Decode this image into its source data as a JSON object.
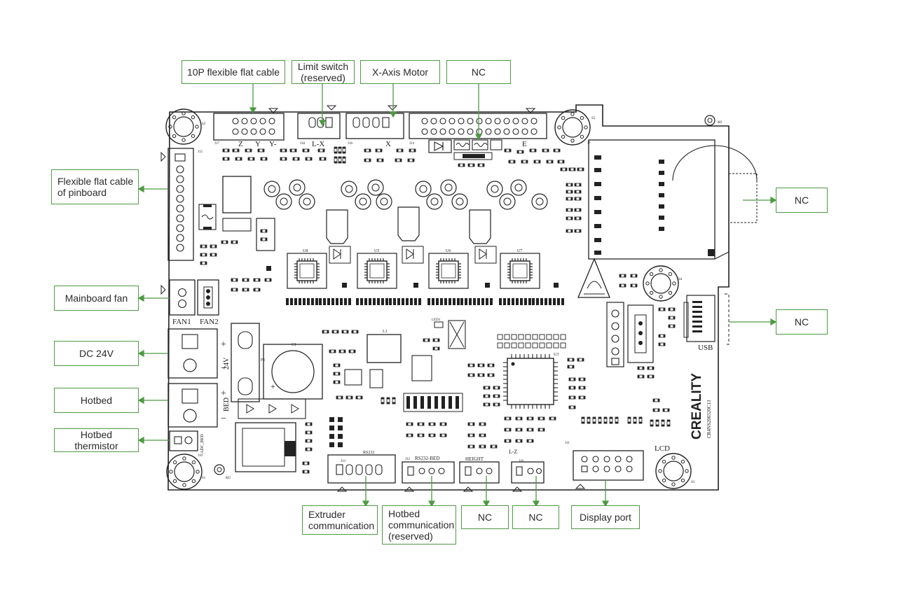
{
  "callouts": {
    "ffc_10p": "10P flexible flat cable",
    "limit_switch": "Limit switch\n(reserved)",
    "x_axis_motor": "X-Axis Motor",
    "nc_top": "NC",
    "flexible_flat_pinboard": "Flexible flat cable\nof pinboard",
    "nc_right_upper": "NC",
    "mainboard_fan": "Mainboard fan",
    "nc_right_lower": "NC",
    "dc_24v": "DC 24V",
    "hotbed": "Hotbed",
    "hotbed_thermistor": "Hotbed thermistor",
    "extruder_comm": "Extruder\ncommunication",
    "hotbed_comm": "Hotbed\ncommunication\n(reserved)",
    "nc_bottom_1": "NC",
    "nc_bottom_2": "NC",
    "display_port": "Display port"
  },
  "board_labels": {
    "z": "Z",
    "y": "Y",
    "y_minus": "Y-",
    "l_x": "L-X",
    "x": "X",
    "e": "E",
    "fan1": "FAN1",
    "fan2": "FAN2",
    "v24": "24V",
    "bed": "BED",
    "adc_bed": "ADC_BED",
    "rs232": "RS232",
    "rs232_bed": "RS232-BED",
    "height": "HEIGHT",
    "l_z": "L-Z",
    "lcd": "LCD",
    "usb": "USB",
    "brand": "CREALITY",
    "board_model": "CR4NS200320C13",
    "u5": "U5",
    "u6": "U6",
    "u7": "U7",
    "u8": "U8",
    "u3": "U3",
    "l1": "L1",
    "c1": "C1",
    "f1": "F1",
    "led1": "LED1",
    "s1": "S1",
    "s2": "S2",
    "s3": "S3",
    "s4": "S4",
    "s5": "S5",
    "m1": "M1",
    "m2": "M2",
    "j15": "J15",
    "j17": "J17",
    "j18": "J18",
    "j16": "J16",
    "j14": "J14",
    "j3": "J3",
    "j19": "J19",
    "j11": "J11",
    "j12": "J12",
    "j13": "J13",
    "j10": "J10"
  },
  "colors": {
    "accent_green": "#4e9a43",
    "line_dark": "#222222"
  }
}
